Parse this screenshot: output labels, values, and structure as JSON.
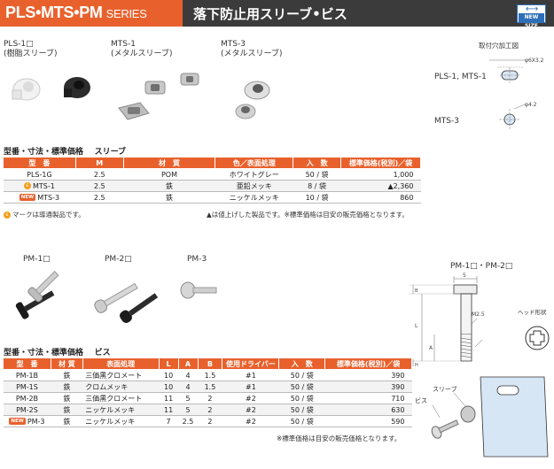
{
  "header": {
    "series_name": "PLS•MTS•PM",
    "series_suffix": "SERIES",
    "title": "落下防止用スリーブ•ビス",
    "new_size_badge": "NEW SIZE"
  },
  "sleeves": {
    "products": [
      {
        "code": "PLS-1□",
        "desc": "(樹脂スリーブ)"
      },
      {
        "code": "MTS-1",
        "desc": "(メタルスリーブ)"
      },
      {
        "code": "MTS-3",
        "desc": "(メタルスリーブ)"
      }
    ],
    "mount_hole_title": "取付穴加工図",
    "mount_hole_rows": [
      {
        "label": "PLS-1, MTS-1",
        "dim": "φ6X3.2"
      },
      {
        "label": "MTS-3",
        "dim": "φ4.2"
      }
    ],
    "section_label": "型番・寸法・標準価格",
    "section_kind": "スリーブ",
    "table": {
      "headers": [
        "型　番",
        "M",
        "材　質",
        "色／表面処理",
        "入　数",
        "標準価格(税別)／袋"
      ],
      "rows": [
        {
          "mark": "",
          "cells": [
            "PLS-1G",
            "2.5",
            "POM",
            "ホワイトグレー",
            "50 / 袋",
            "1,000"
          ]
        },
        {
          "mark": "eco",
          "cells": [
            "MTS-1",
            "2.5",
            "鉄",
            "亜鉛メッキ",
            "8 / 袋",
            "▲2,360"
          ]
        },
        {
          "mark": "new",
          "cells": [
            "MTS-3",
            "2.5",
            "鉄",
            "ニッケルメッキ",
            "10 / 袋",
            "860"
          ]
        }
      ]
    },
    "note_eco": "マークは導通製品です。",
    "note_right": "▲は値上げした製品です。※標準価格は目安の販売価格となります。",
    "eco_symbol": "ε",
    "new_symbol": "NEW"
  },
  "screws": {
    "products": [
      {
        "code": "PM-1□"
      },
      {
        "code": "PM-2□"
      },
      {
        "code": "PM-3"
      }
    ],
    "drawing_title": "PM-1□・PM-2□",
    "drawing_labels": {
      "dim_top": "5",
      "thread": "M2.5",
      "b": "B",
      "l": "L",
      "a": "A",
      "h": "H"
    },
    "head_shape_label": "ヘッド形状",
    "assembly_labels": {
      "sleeve": "スリーブ",
      "screw": "ビス"
    },
    "section_label": "型番・寸法・標準価格",
    "section_kind": "ビス",
    "table": {
      "headers": [
        "型　番",
        "材 質",
        "表面処理",
        "L",
        "A",
        "B",
        "使用ドライバー",
        "入　数",
        "標準価格(税別)／袋"
      ],
      "rows": [
        {
          "mark": "",
          "cells": [
            "PM-1B",
            "鉄",
            "三価黒クロメート",
            "10",
            "4",
            "1.5",
            "#1",
            "50 / 袋",
            "390"
          ]
        },
        {
          "mark": "",
          "cells": [
            "PM-1S",
            "鉄",
            "クロムメッキ",
            "10",
            "4",
            "1.5",
            "#1",
            "50 / 袋",
            "390"
          ]
        },
        {
          "mark": "",
          "cells": [
            "PM-2B",
            "鉄",
            "三価黒クロメート",
            "11",
            "5",
            "2",
            "#2",
            "50 / 袋",
            "710"
          ]
        },
        {
          "mark": "",
          "cells": [
            "PM-2S",
            "鉄",
            "ニッケルメッキ",
            "11",
            "5",
            "2",
            "#2",
            "50 / 袋",
            "630"
          ]
        },
        {
          "mark": "new",
          "cells": [
            "PM-3",
            "鉄",
            "ニッケルメッキ",
            "7",
            "2.5",
            "2",
            "#2",
            "50 / 袋",
            "590"
          ]
        }
      ]
    },
    "note": "※標準価格は目安の販売価格となります。",
    "new_symbol": "NEW"
  },
  "colors": {
    "accent": "#e8612c",
    "header_dark": "#3b3b3b",
    "brand_blue": "#2d6fb8"
  }
}
